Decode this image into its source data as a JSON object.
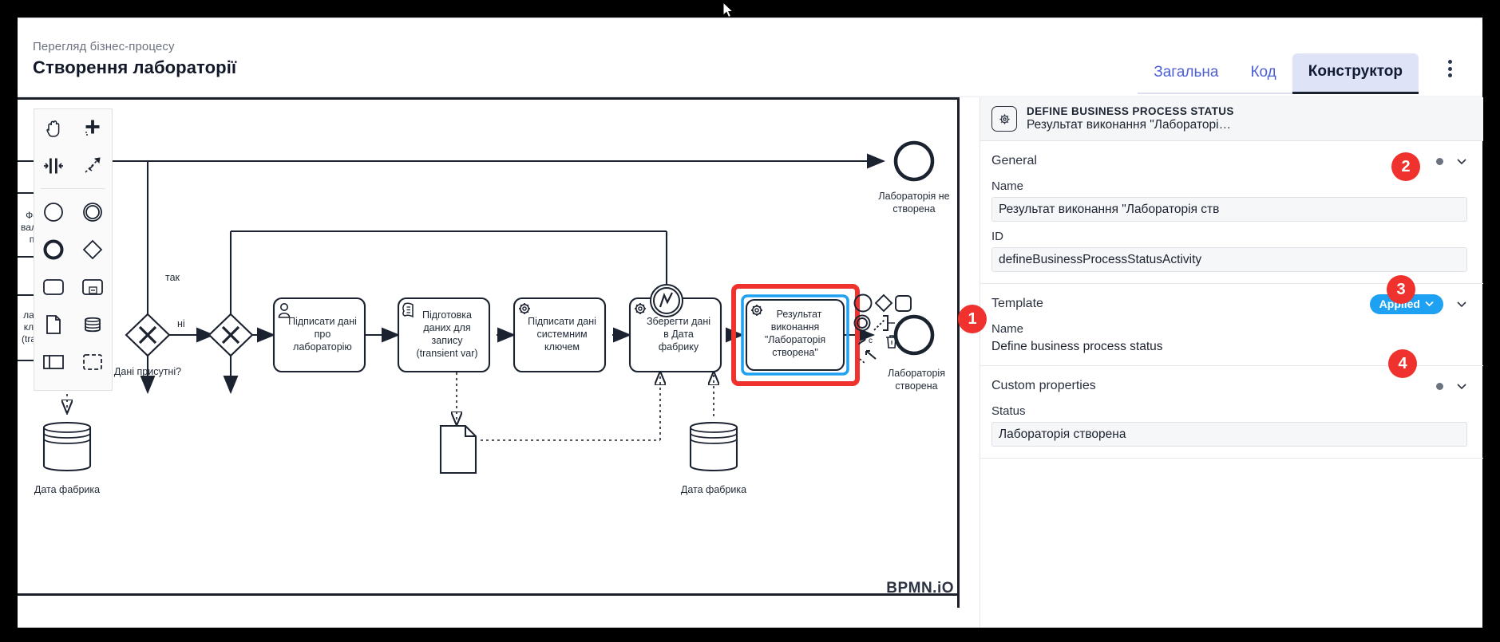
{
  "header": {
    "breadcrumb": "Перегляд бізнес-процесу",
    "title": "Створення лабораторії",
    "tabs": [
      {
        "label": "Загальна",
        "active": false
      },
      {
        "label": "Код",
        "active": false
      },
      {
        "label": "Конструктор",
        "active": true
      }
    ],
    "kebab_icon": "more-vertical-icon"
  },
  "canvas": {
    "watermark": "BPMN.iO",
    "palette": [
      {
        "name": "hand-tool-icon",
        "title": "Activate the hand tool"
      },
      {
        "name": "lasso-tool-icon",
        "title": "Activate the lasso tool"
      },
      {
        "name": "space-tool-icon",
        "title": "Activate the create/remove space tool"
      },
      {
        "name": "connect-tool-icon",
        "title": "Activate the global connect tool"
      },
      {
        "name": "start-event-icon",
        "title": "Create StartEvent"
      },
      {
        "name": "intermediate-event-icon",
        "title": "Create Intermediate/Boundary Event"
      },
      {
        "name": "end-event-icon",
        "title": "Create EndEvent"
      },
      {
        "name": "gateway-icon",
        "title": "Create Gateway"
      },
      {
        "name": "task-icon",
        "title": "Create Task"
      },
      {
        "name": "subprocess-icon",
        "title": "Create expanded SubProcess"
      },
      {
        "name": "data-object-icon",
        "title": "Create DataObjectReference"
      },
      {
        "name": "data-store-icon",
        "title": "Create DataStoreReference"
      },
      {
        "name": "participant-icon",
        "title": "Create Pool/Participant"
      },
      {
        "name": "group-icon",
        "title": "Create Group"
      }
    ],
    "nodes": [
      {
        "id": "end_not_created",
        "type": "end-event",
        "label": "Лабораторія не\nстворена"
      },
      {
        "id": "gw_data_present",
        "type": "exclusive-gateway",
        "label": "Дані присутні?"
      },
      {
        "id": "gw_merge",
        "type": "exclusive-gateway",
        "label": ""
      },
      {
        "id": "task_sign_lab",
        "type": "user-task",
        "label": "Підписати дані\nпро\nлабораторію"
      },
      {
        "id": "task_prepare",
        "type": "script-task",
        "label": "Підготовка\nданих для\nзапису\n(transient var)"
      },
      {
        "id": "task_sign_system",
        "type": "service-task",
        "label": "Підписати дані\nсистемним\nключем"
      },
      {
        "id": "task_save_df",
        "type": "service-task",
        "label": "Зберегти дані\nв Дата\nфабрику"
      },
      {
        "id": "task_status",
        "type": "service-task",
        "label": "Результат\nвиконання\n\"Лабораторія\nстворена\"",
        "selected": true
      },
      {
        "id": "end_created",
        "type": "end-event",
        "label": "Лабораторія\nстворена"
      },
      {
        "id": "store_left",
        "type": "data-store",
        "label": "Дата фабрика"
      },
      {
        "id": "store_right",
        "type": "data-store",
        "label": "Дата фабрика"
      },
      {
        "id": "data_object",
        "type": "data-object",
        "label": ""
      },
      {
        "id": "partial_left_1",
        "type": "service-task-partial",
        "label": "Фо\nвал\nп"
      },
      {
        "id": "partial_left_2",
        "type": "service-task-partial",
        "label": "ла\nкл\n(tra"
      }
    ],
    "flow_labels": [
      {
        "text": "так"
      },
      {
        "text": "ні"
      }
    ],
    "context_pad": [
      {
        "name": "append-end-event-icon"
      },
      {
        "name": "append-gateway-icon"
      },
      {
        "name": "append-task-icon"
      },
      {
        "name": "append-intermediate-event-icon"
      },
      {
        "name": "append-text-annotation-icon"
      },
      {
        "name": "replace-icon"
      },
      {
        "name": "connect-icon"
      },
      {
        "name": "wrench-icon"
      },
      {
        "name": "delete-icon"
      }
    ]
  },
  "properties": {
    "head": {
      "icon": "service-task-gear-icon",
      "title": "DEFINE BUSINESS PROCESS STATUS",
      "subtitle": "Результат виконання \"Лабораторі…"
    },
    "sections": [
      {
        "name": "general",
        "title": "General",
        "badge": "2",
        "fields": [
          {
            "label": "Name",
            "value": "Результат виконання \"Лабораторія ств",
            "type": "input"
          },
          {
            "label": "ID",
            "value": "defineBusinessProcessStatusActivity",
            "type": "input"
          }
        ]
      },
      {
        "name": "template",
        "title": "Template",
        "badge": "3",
        "pill": "Applied",
        "fields": [
          {
            "label": "Name",
            "value": "Define business process status",
            "type": "static"
          }
        ]
      },
      {
        "name": "custom-properties",
        "title": "Custom properties",
        "badge": "4",
        "fields": [
          {
            "label": "Status",
            "value": "Лабораторія створена",
            "type": "input"
          }
        ]
      }
    ]
  },
  "badges": {
    "b1": "1",
    "b2": "2",
    "b3": "3",
    "b4": "4"
  },
  "colors": {
    "accent_blue": "#4c5fd7",
    "badge_red": "#f0322e",
    "pill_blue": "#1ea1f2",
    "selection_red": "#f0322e",
    "selection_blue": "#1ea1f2"
  }
}
